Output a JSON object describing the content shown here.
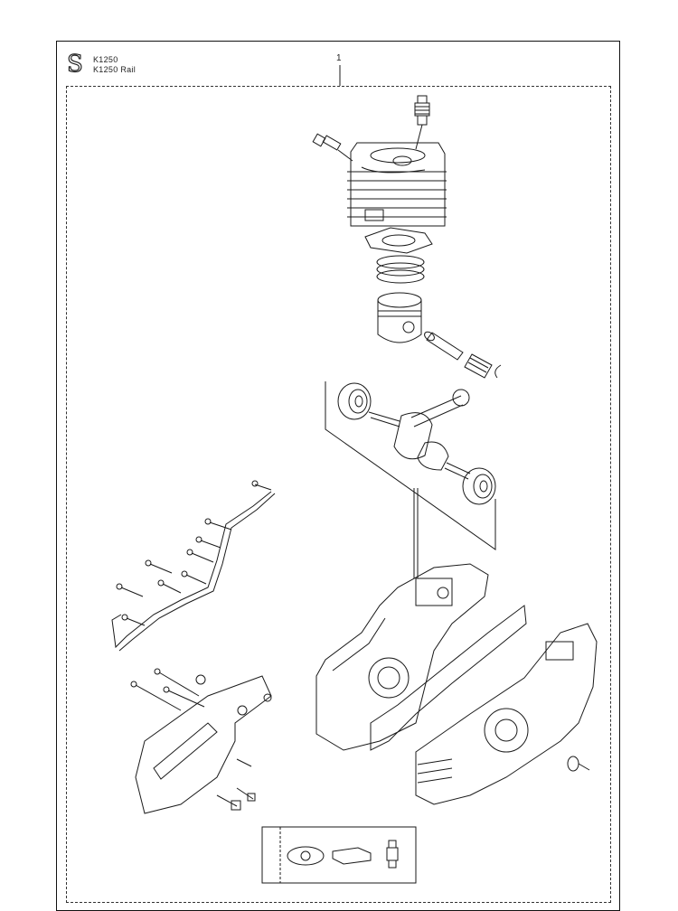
{
  "header": {
    "logo": "S",
    "model": "K1250",
    "subtitle": "K1250 Rail"
  },
  "diagram": {
    "reference_number": "1"
  },
  "colors": {
    "line": "#1a1a1a",
    "background": "#ffffff"
  }
}
